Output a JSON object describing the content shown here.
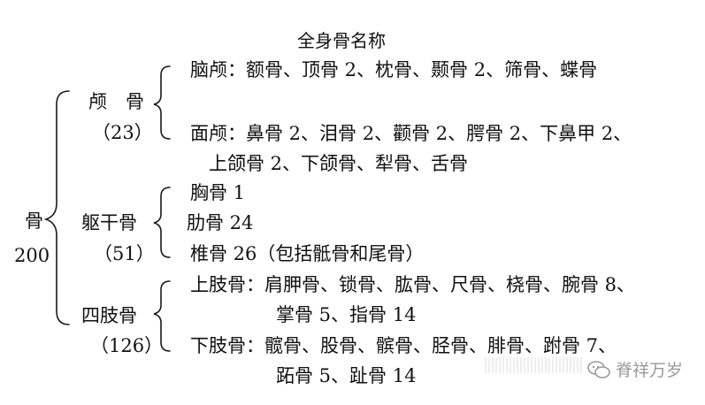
{
  "title": "全身骨名称",
  "root": {
    "label": "骨",
    "count": "200"
  },
  "groups": {
    "skull": {
      "label": "颅　骨",
      "count": "（23）",
      "items": [
        "脑颅：额骨、顶骨 2、枕骨、颞骨 2、筛骨、蝶骨",
        "面颅：鼻骨 2、泪骨 2、颧骨 2、腭骨 2、下鼻甲 2、",
        "上颌骨 2、下颌骨、犁骨、舌骨"
      ]
    },
    "trunk": {
      "label": "躯干骨",
      "count": "（51）",
      "items": [
        "胸骨 1",
        "肋骨 24",
        "椎骨 26（包括骶骨和尾骨）"
      ]
    },
    "limbs": {
      "label": "四肢骨",
      "count": "（126）",
      "items": [
        "上肢骨：肩胛骨、锁骨、肱骨、尺骨、桡骨、腕骨 8、",
        "掌骨 5、指骨 14",
        "下肢骨：髋骨、股骨、髌骨、胫骨、腓骨、跗骨 7、",
        "跖骨 5、趾骨 14"
      ]
    }
  },
  "watermark": {
    "text": "脊祥万岁",
    "icon": "wechat-bubble-icon"
  }
}
